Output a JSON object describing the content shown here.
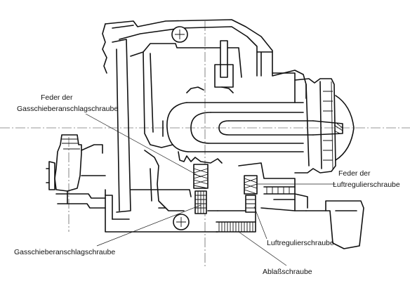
{
  "labels": {
    "throttle_stop_spring": [
      "Feder der",
      "Gasschieberanschlagschraube"
    ],
    "throttle_stop_screw": "Gasschieberanschlagschraube",
    "air_screw_spring": [
      "Feder der",
      "Luftregulierschraube"
    ],
    "air_screw": "Luftregulierschraube",
    "drain_screw": "Ablaßschraube"
  }
}
